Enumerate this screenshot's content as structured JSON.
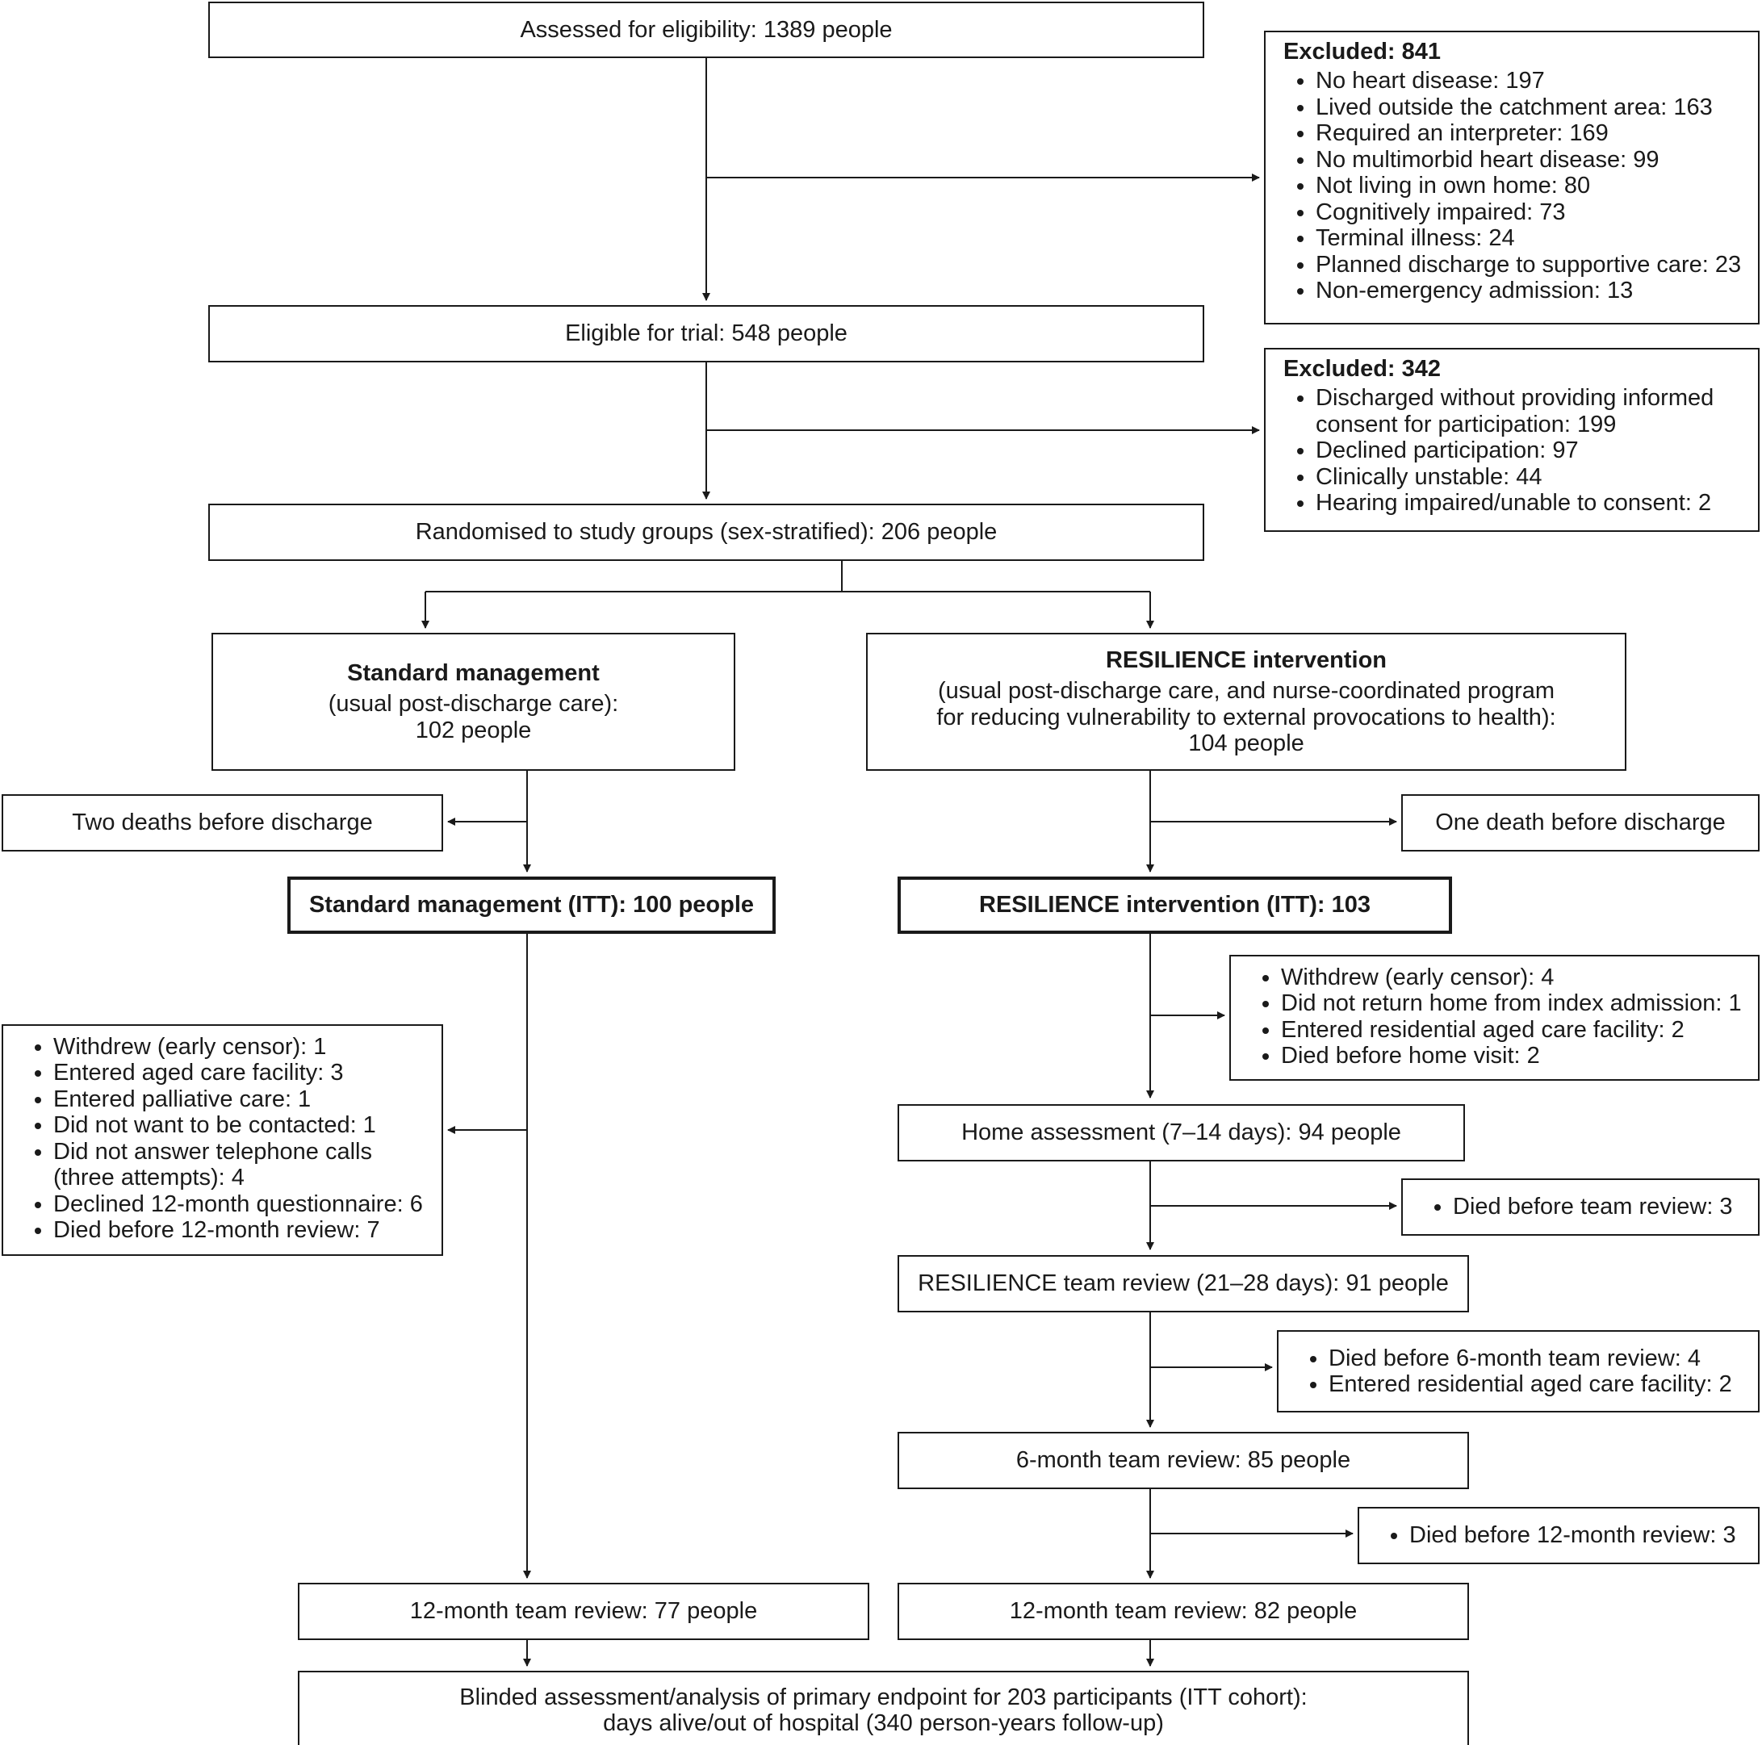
{
  "assessed": "Assessed for eligibility: 1389 people",
  "excluded1": {
    "title": "Excluded: 841",
    "items": [
      "No heart disease: 197",
      "Lived outside the catchment area: 163",
      "Required an interpreter: 169",
      "No multimorbid heart disease: 99",
      "Not living in own home: 80",
      "Cognitively impaired: 73",
      "Terminal illness: 24",
      "Planned discharge to supportive care: 23",
      "Non-emergency admission: 13"
    ]
  },
  "eligible": "Eligible for trial: 548 people",
  "excluded2": {
    "title": "Excluded: 342",
    "items": [
      "Discharged without providing informed consent for participation: 199",
      "Declined participation: 97",
      "Clinically unstable: 44",
      "Hearing impaired/unable to consent: 2"
    ]
  },
  "randomised": "Randomised to study groups (sex-stratified): 206 people",
  "standard": {
    "title": "Standard management",
    "line1": "(usual post-discharge care):",
    "line2": "102 people"
  },
  "resilience": {
    "title": "RESILIENCE intervention",
    "line1": "(usual post-discharge care, and nurse-coordinated program",
    "line2": "for reducing vulnerability to external provocations to health):",
    "line3": "104 people"
  },
  "two_deaths": "Two deaths before discharge",
  "one_death": "One death before discharge",
  "standard_itt": "Standard management (ITT): 100 people",
  "resilience_itt": "RESILIENCE intervention (ITT): 103",
  "resilience_losses1": [
    "Withdrew (early censor): 4",
    "Did not return home from index admission: 1",
    "Entered residential aged care facility: 2",
    "Died before home visit: 2"
  ],
  "standard_losses": [
    "Withdrew (early censor): 1",
    "Entered aged care facility: 3",
    "Entered palliative care: 1",
    "Did not want to be contacted: 1",
    "Did not answer telephone calls (three attempts): 4",
    "Declined 12-month questionnaire: 6",
    "Died before 12-month review: 7"
  ],
  "home_assessment": "Home assessment (7–14 days): 94 people",
  "died_team_review": [
    "Died before team review: 3"
  ],
  "team_review": "RESILIENCE team review (21–28 days): 91 people",
  "resilience_losses2": [
    "Died before 6-month team review: 4",
    "Entered residential aged care facility: 2"
  ],
  "six_month": "6-month team review: 85 people",
  "died_12month": [
    "Died before 12-month review: 3"
  ],
  "standard_12month": "12-month team review: 77 people",
  "resilience_12month": "12-month team review: 82 people",
  "final": {
    "line1": "Blinded assessment/analysis of primary endpoint for 203 participants (ITT cohort):",
    "line2": "days alive/out of hospital (340 person-years follow-up)"
  }
}
